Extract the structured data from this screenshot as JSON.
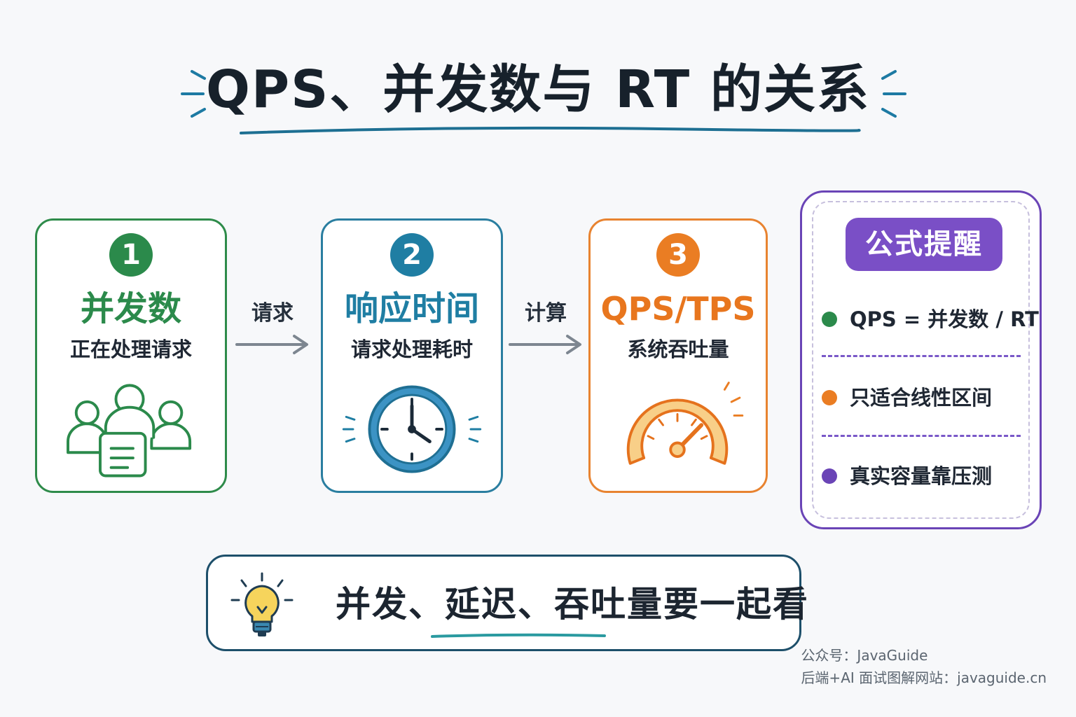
{
  "title": "QPS、并发数与 RT 的关系",
  "cards": [
    {
      "badge": "1",
      "title": "并发数",
      "subtitle": "正在处理请求",
      "icon": "users-icon",
      "color": "#2b8a4b"
    },
    {
      "badge": "2",
      "title": "响应时间",
      "subtitle": "请求处理耗时",
      "icon": "clock-icon",
      "color": "#1f7ea3"
    },
    {
      "badge": "3",
      "title": "QPS/TPS",
      "subtitle": "系统吞吐量",
      "icon": "gauge-icon",
      "color": "#e8761e"
    }
  ],
  "arrows": [
    {
      "label": "请求"
    },
    {
      "label": "计算"
    }
  ],
  "panel": {
    "title": "公式提醒",
    "items": [
      {
        "text": "QPS = 并发数 / RT",
        "color": "#2b8a4b"
      },
      {
        "text": "只适合线性区间",
        "color": "#ea7d23"
      },
      {
        "text": "真实容量靠压测",
        "color": "#6a44b6"
      }
    ],
    "border_color": "#6a44b6"
  },
  "tip": {
    "icon": "lightbulb-icon",
    "text": "并发、延迟、吞吐量要一起看"
  },
  "footer": {
    "line1": "公众号：JavaGuide",
    "line2": "后端+AI 面试图解网站：javaguide.cn"
  }
}
